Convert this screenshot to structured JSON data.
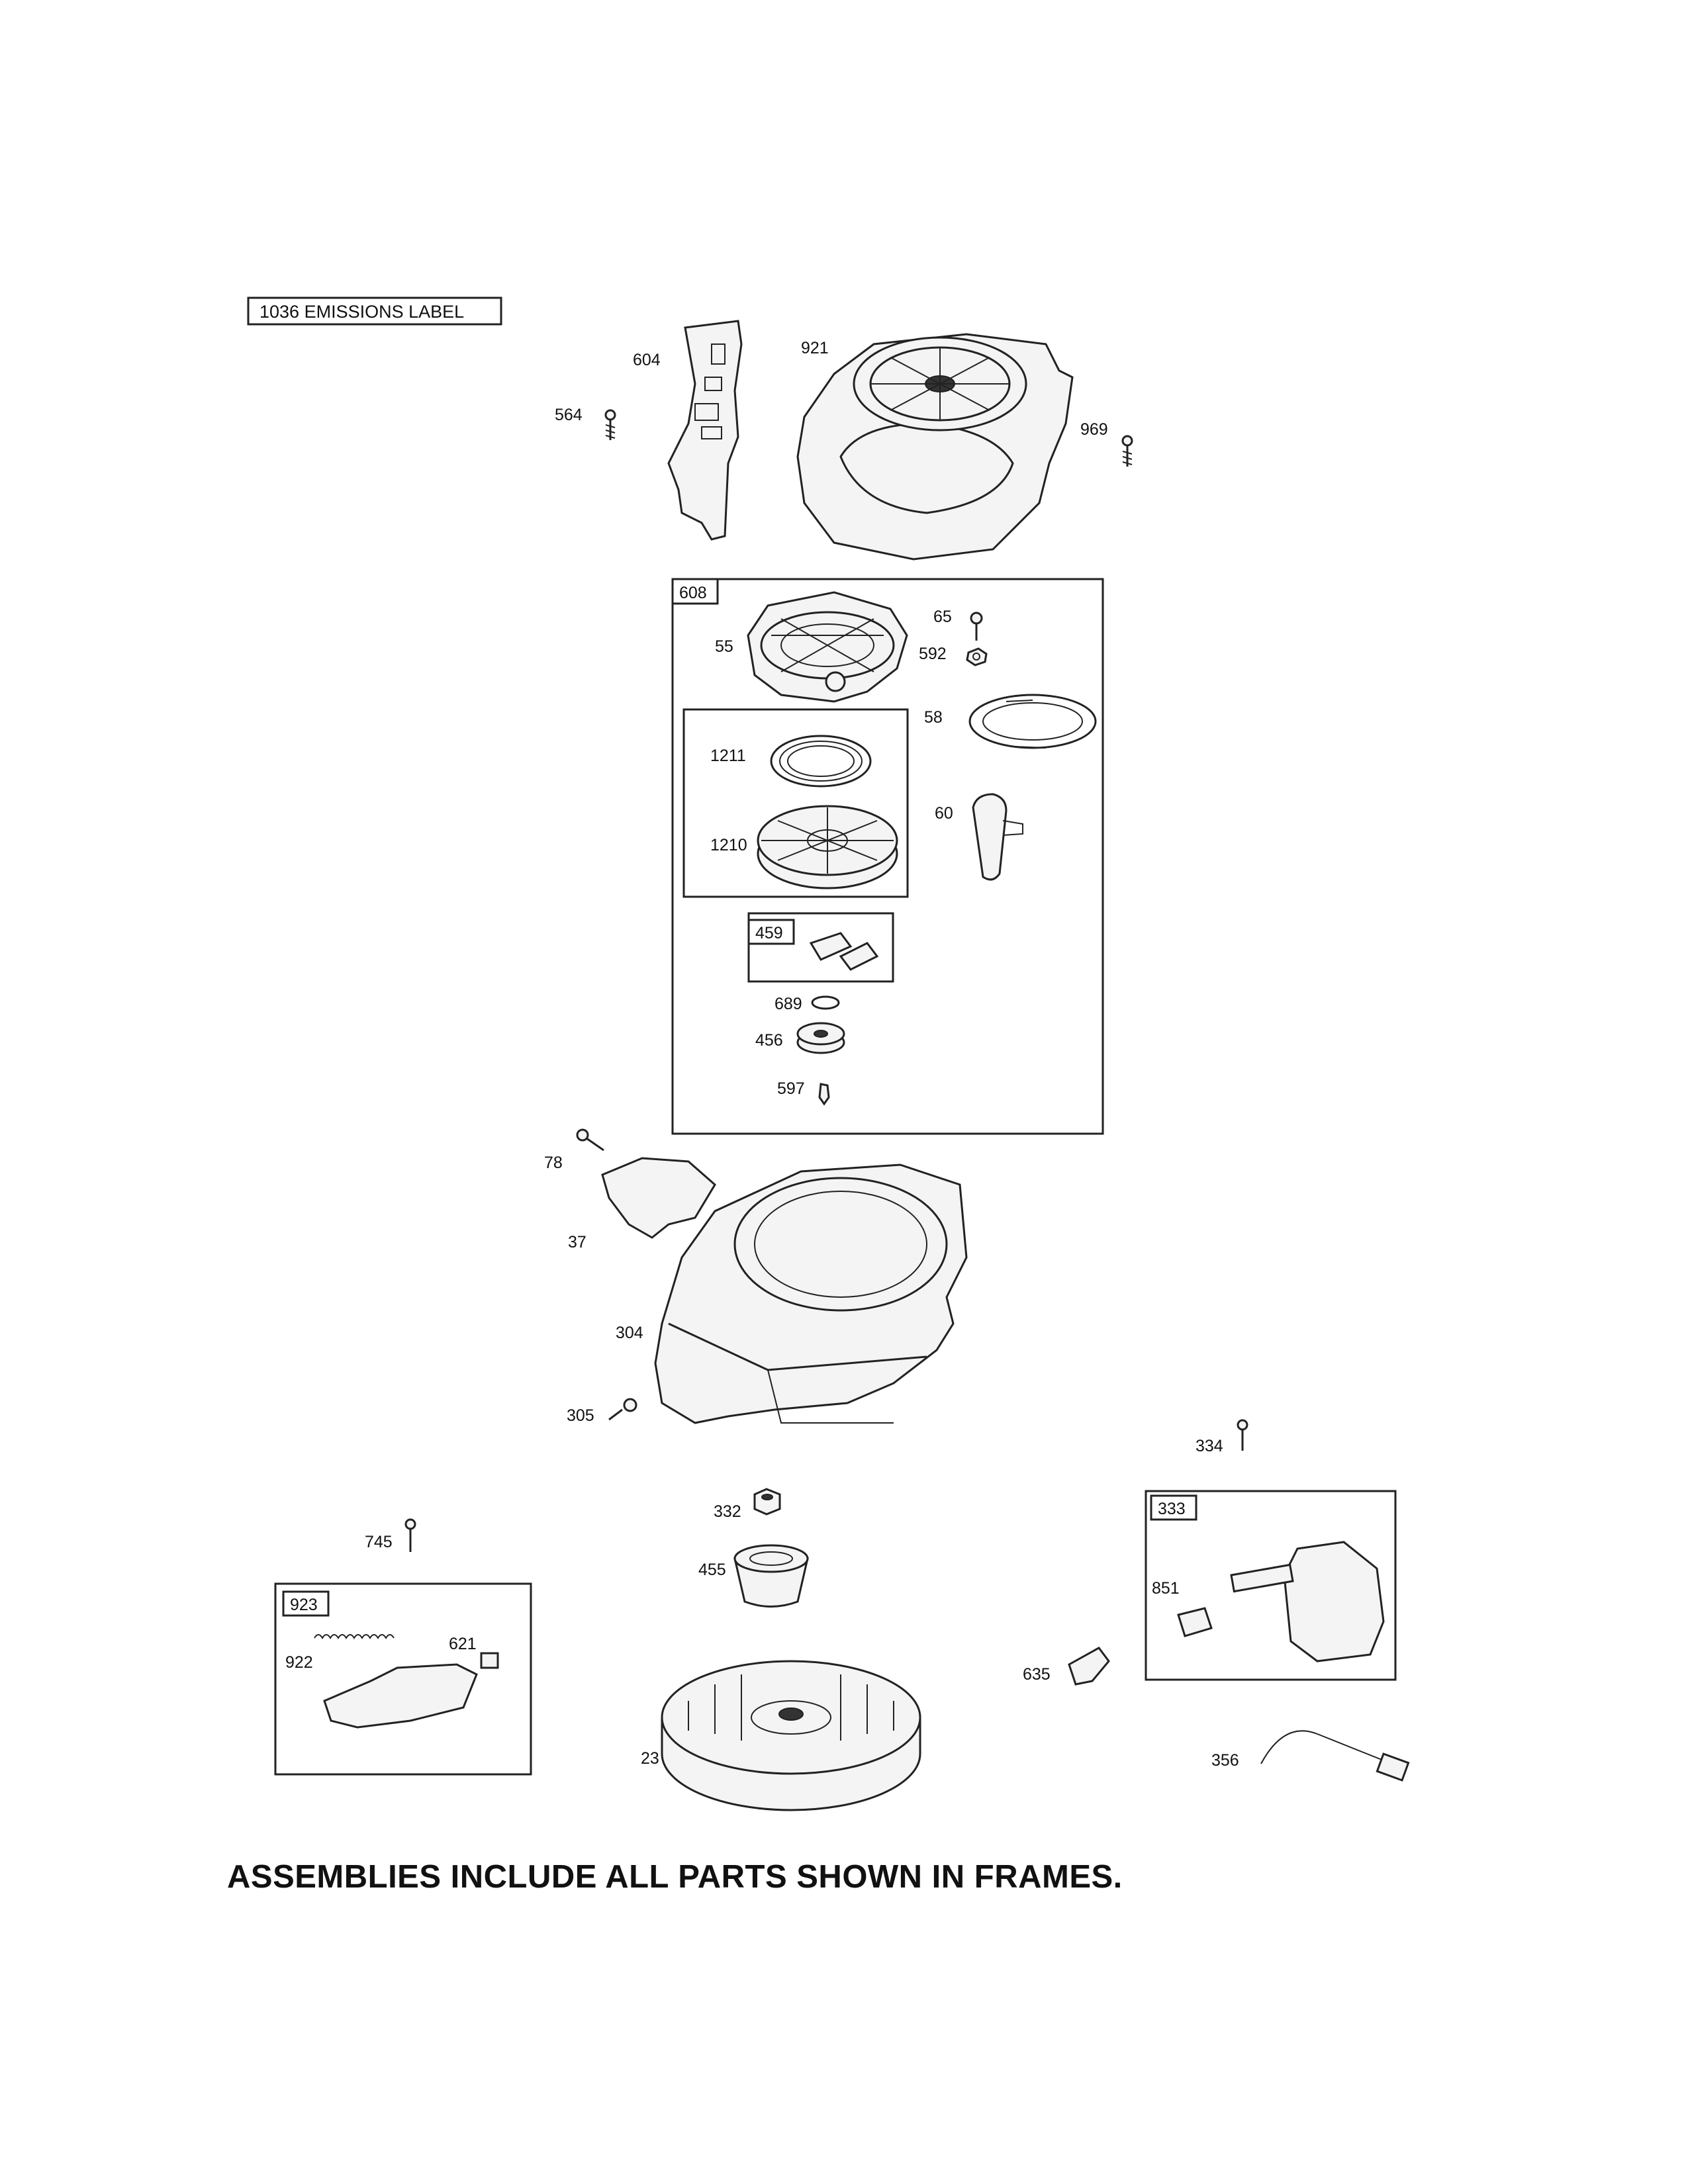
{
  "emissions_label": "1036 EMISSIONS LABEL",
  "footer_note": "ASSEMBLIES INCLUDE ALL PARTS SHOWN IN FRAMES.",
  "frames": {
    "f608": "608",
    "f459": "459",
    "f923": "923",
    "f333": "333"
  },
  "parts": {
    "p604": "604",
    "p921": "921",
    "p564": "564",
    "p969": "969",
    "p65": "65",
    "p55": "55",
    "p592": "592",
    "p58": "58",
    "p1211": "1211",
    "p1210": "1210",
    "p60": "60",
    "p689": "689",
    "p456": "456",
    "p597": "597",
    "p78": "78",
    "p37": "37",
    "p304": "304",
    "p305": "305",
    "p334": "334",
    "p332": "332",
    "p745": "745",
    "p455": "455",
    "p851": "851",
    "p922": "922",
    "p621": "621",
    "p635": "635",
    "p23": "23",
    "p356": "356"
  }
}
